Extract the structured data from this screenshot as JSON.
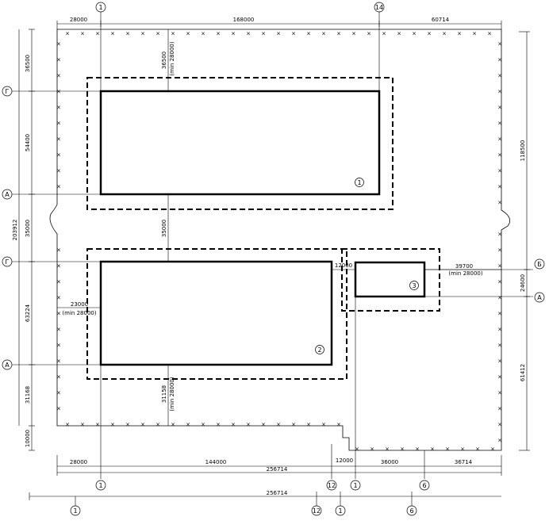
{
  "axes": {
    "top": [
      "1",
      "14"
    ],
    "left": [
      "Г",
      "А",
      "Г",
      "А"
    ],
    "right": [
      "Б",
      "А"
    ],
    "bottom_row1": [
      "1",
      "12",
      "1",
      "6"
    ],
    "bottom_row2": [
      "1",
      "12",
      "1",
      "6"
    ]
  },
  "buildings": [
    {
      "number": "1"
    },
    {
      "number": "2"
    },
    {
      "number": "3"
    }
  ],
  "dimensions": {
    "top_chain": [
      "28000",
      "168000",
      "60714"
    ],
    "left_chain": [
      "36500",
      "54400",
      "35000",
      "63224",
      "31168",
      "10000"
    ],
    "left_total": "203912",
    "right_chain": [
      "118500",
      "24600",
      "61412"
    ],
    "bottom_chain": [
      "28000",
      "144000",
      "12000",
      "36000",
      "36714"
    ],
    "bottom_total": "256714",
    "bottom_total_overall": "256714",
    "gap_b1_top": "36500",
    "gap_b1_top_min": "(min 28000)",
    "gap_between": "35000",
    "gap_left_b2": "23000",
    "gap_left_b2_min": "(min 28000)",
    "gap_b2_b3": "12000",
    "gap_b3_right": "39700",
    "gap_b3_right_min": "(min 28000)",
    "gap_b2_bottom": "31158",
    "gap_b2_bottom_min": "(min 28000)"
  }
}
